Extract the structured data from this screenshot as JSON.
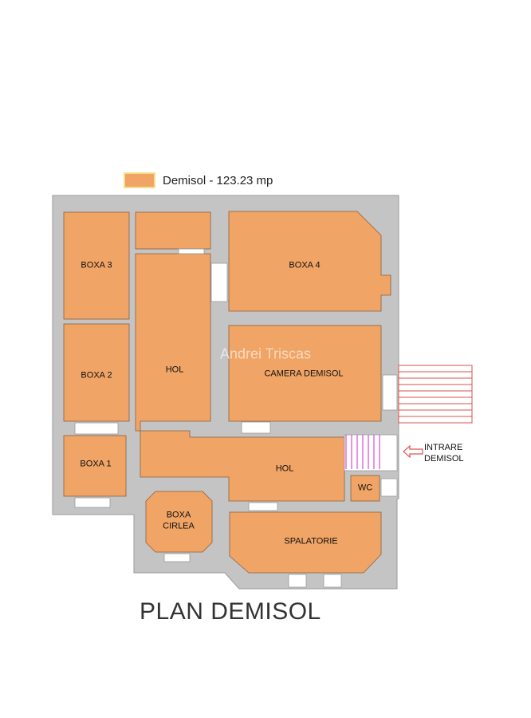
{
  "legend": {
    "label": "Demisol - 123.23 mp",
    "color": "#f0a465"
  },
  "colors": {
    "room": "#f0a465",
    "wall": "#c4c4c4",
    "stair_magenta": "#d94bd9",
    "stair_red": "#d9534f"
  },
  "rooms": {
    "boxa3": "BOXA 3",
    "boxa4": "BOXA 4",
    "boxa2": "BOXA 2",
    "hol_upper": "HOL",
    "camera_demisol": "CAMERA DEMISOL",
    "boxa1": "BOXA 1",
    "hol_lower": "HOL",
    "wc": "WC",
    "boxa_cirlea_line1": "BOXA",
    "boxa_cirlea_line2": "CIRLEA",
    "spalatorie": "SPALATORIE"
  },
  "entry": {
    "line1": "INTRARE",
    "line2": "DEMISOL",
    "arrow_icon": "arrow-left-icon"
  },
  "watermark": "Andrei Triscas",
  "title": "PLAN DEMISOL"
}
